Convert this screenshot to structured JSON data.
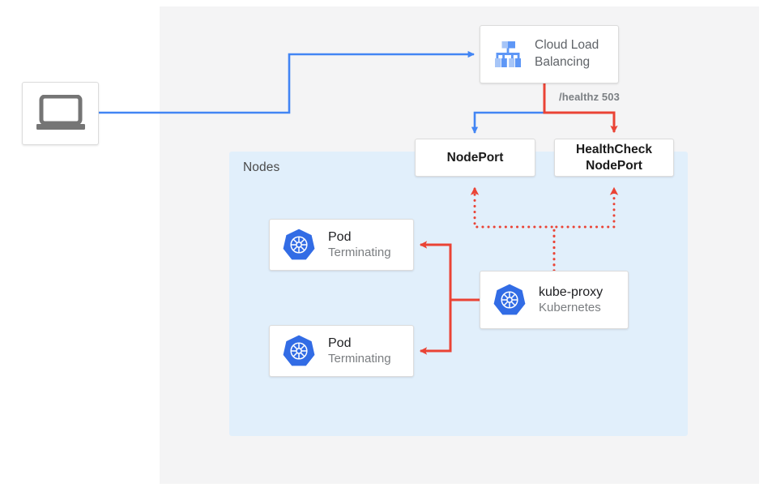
{
  "diagram": {
    "title": "Kubernetes NodePort health check with terminating pods",
    "colors": {
      "blue_traffic": "#4285F4",
      "red_traffic": "#EA4335",
      "panel_bg": "#F4F4F5",
      "nodes_bg": "#E1EFFB",
      "card_bg": "#FFFFFF",
      "card_border": "#DCDCDC",
      "k8s_blue": "#326CE5",
      "laptop_gray": "#757575",
      "muted_text": "#5F6368"
    }
  },
  "panel": {
    "label": ""
  },
  "nodes_container": {
    "label": "Nodes"
  },
  "client": {
    "icon": "laptop-icon",
    "label": ""
  },
  "load_balancer": {
    "icon": "cloud-load-balancing-icon",
    "line1": "Cloud Load",
    "line2": "Balancing"
  },
  "health_probe": {
    "label": "/healthz 503"
  },
  "nodeport": {
    "label": "NodePort"
  },
  "healthcheck_nodeport": {
    "line1": "HealthCheck",
    "line2": "NodePort"
  },
  "pods": [
    {
      "icon": "kubernetes-icon",
      "title": "Pod",
      "status": "Terminating"
    },
    {
      "icon": "kubernetes-icon",
      "title": "Pod",
      "status": "Terminating"
    }
  ],
  "kube_proxy": {
    "icon": "kubernetes-icon",
    "title": "kube-proxy",
    "subtitle": "Kubernetes"
  },
  "connections": [
    {
      "name": "client-to-load-balancer",
      "style": "solid",
      "color": "#4285F4"
    },
    {
      "name": "load-balancer-to-nodeport",
      "style": "solid",
      "color": "#4285F4"
    },
    {
      "name": "load-balancer-to-healthcheck-nodeport",
      "style": "solid",
      "color": "#EA4335"
    },
    {
      "name": "kube-proxy-to-nodeport",
      "style": "dotted",
      "color": "#EA4335"
    },
    {
      "name": "kube-proxy-to-healthcheck-nodeport",
      "style": "dotted",
      "color": "#EA4335"
    },
    {
      "name": "kube-proxy-to-pod-1",
      "style": "solid",
      "color": "#EA4335"
    },
    {
      "name": "kube-proxy-to-pod-2",
      "style": "solid",
      "color": "#EA4335"
    }
  ]
}
